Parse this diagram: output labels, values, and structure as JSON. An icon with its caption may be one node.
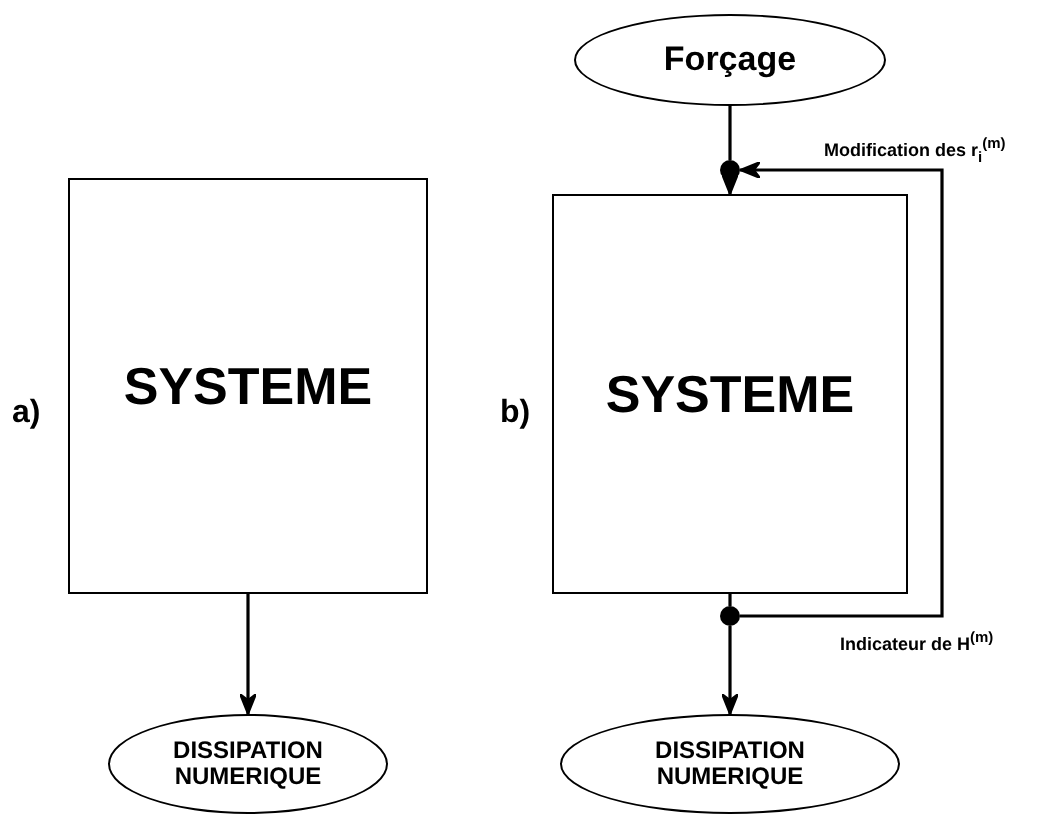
{
  "diagram": {
    "nodes": [
      {
        "text": [
          "SYSTEME"
        ]
      },
      {
        "text": [
          "DISSIPATION NUMERIQUE"
        ]
      },
      {
        "text": [
          "Forçage"
        ]
      },
      {
        "text": [],
        "shape": "circle"
      },
      {
        "text": [
          "SYSTEME"
        ]
      },
      {
        "text": [],
        "shape": "circle"
      },
      {
        "text": [
          "DISSIPATION NUMERIQUE"
        ]
      }
    ],
    "edges": [
      {
        "from": 0,
        "to": 1,
        "arrow": "to"
      },
      {
        "from": 2,
        "to": 3,
        "arrow": "none"
      },
      {
        "from": 3,
        "to": 4,
        "arrow": "to"
      },
      {
        "from": 4,
        "to": 5,
        "arrow": "none"
      },
      {
        "from": 5,
        "to": 6,
        "arrow": "to"
      },
      {
        "from": 5,
        "to": 3,
        "arrow": "to"
      }
    ],
    "labels": [
      "a)",
      "b)",
      "Modification des r$_{i}$$^{(m)}$",
      "Indicateur de H$^{(m)}$"
    ]
  }
}
